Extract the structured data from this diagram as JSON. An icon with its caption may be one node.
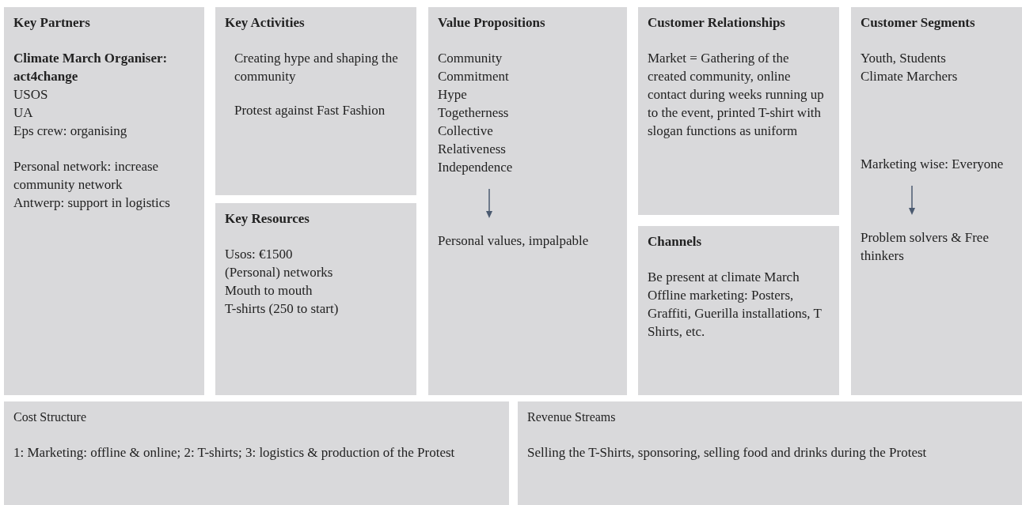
{
  "diagram": {
    "nodes": [
      {
        "text": [
          "Key Partners",
          "Climate March Organiser: act4change",
          "USOS",
          "UA",
          "Eps crew: organising",
          "Personal network: increase community network",
          "Antwerp: support in logistics"
        ]
      },
      {
        "text": [
          "Key Activities",
          "Creating hype and shaping the community",
          "Protest against Fast Fashion"
        ]
      },
      {
        "text": [
          "Key Resources",
          "Usos: €1500",
          "(Personal) networks",
          "Mouth to mouth",
          "T-shirts (250 to start)"
        ]
      },
      {
        "text": [
          "Value Propositions",
          "Community",
          "Commitment",
          "Hype",
          "Togetherness",
          "Collective",
          "Relativeness",
          "Independence",
          "Personal values, impalpable"
        ]
      },
      {
        "text": [
          "Customer Relationships",
          "Market = Gathering of the created community, online contact during weeks running up to the event, printed T-shirt with slogan functions as uniform"
        ]
      },
      {
        "text": [
          "Channels",
          "Be present at climate March",
          "Offline marketing: Posters, Graffiti, Guerilla installations, T Shirts, etc."
        ]
      },
      {
        "text": [
          "Customer Segments",
          "Youth, Students",
          "Climate Marchers",
          "Marketing wise: Everyone",
          "Problem solvers & Free thinkers"
        ]
      },
      {
        "text": [
          "Cost Structure",
          "1: Marketing: offline & online; 2: T-shirts; 3: logistics & production of the Protest"
        ]
      },
      {
        "text": [
          "Revenue Streams",
          "Selling the T-Shirts, sponsoring, selling food and drinks during the Protest"
        ]
      }
    ]
  }
}
